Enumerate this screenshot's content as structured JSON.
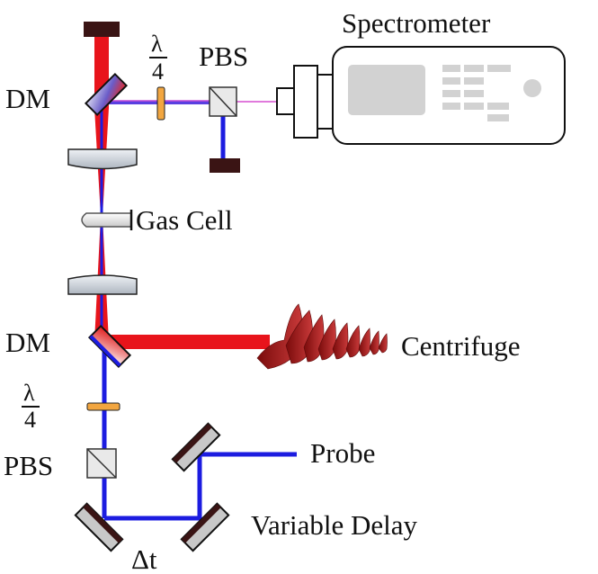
{
  "labels": {
    "spectrometer": "Spectrometer",
    "pbs_top": "PBS",
    "pbs_bottom": "PBS",
    "dm_top": "DM",
    "dm_bottom": "DM",
    "gas_cell": "Gas Cell",
    "centrifuge": "Centrifuge",
    "probe": "Probe",
    "variable_delay": "Variable Delay",
    "delta_t": "Δt",
    "waveplate_top": {
      "numerator": "λ",
      "denominator": "4"
    },
    "waveplate_bottom": {
      "numerator": "λ",
      "denominator": "4"
    }
  },
  "colors": {
    "pump_beam": "#e8141b",
    "probe_beam": "#1c1ce0",
    "signal_beam": "#d64fd0",
    "mirror_dark": "#3a1414",
    "beam_dump": "#3a1414",
    "mirror_face": "#c8c8c8",
    "lens": "#cfd6df",
    "waveplate": "#f2a640",
    "centrifuge_pulse": "#a31616"
  }
}
